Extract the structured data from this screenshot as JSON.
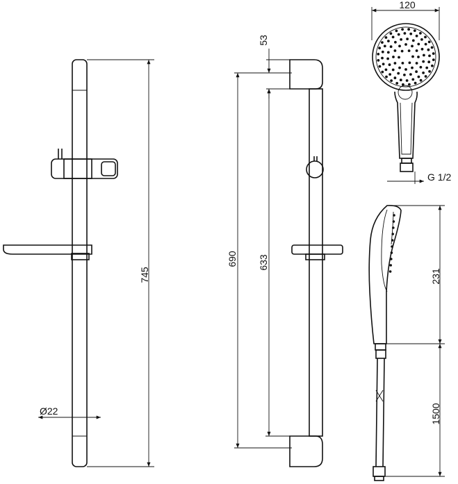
{
  "dimensions": {
    "bar_length": "745",
    "bar_diameter": "Ø22",
    "rail_total": "690",
    "rail_inner": "633",
    "top_bracket": "53",
    "head_width": "120",
    "thread": "G 1/2",
    "handshower_length": "231",
    "hose_length": "1500"
  },
  "colors": {
    "line": "#111111",
    "background": "#ffffff"
  }
}
